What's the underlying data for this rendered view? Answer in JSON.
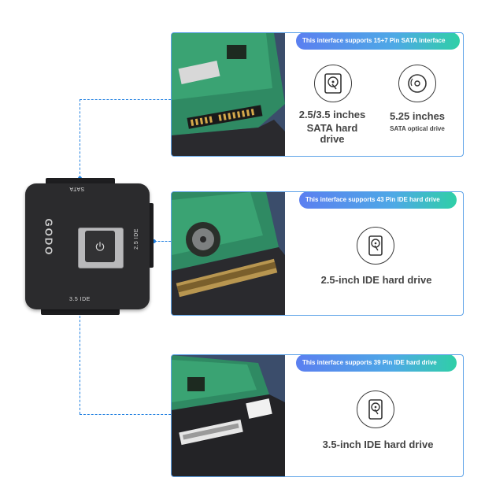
{
  "adapter": {
    "logo": "GODO",
    "ports": {
      "sata": "SATA",
      "ide25": "2.5 IDE",
      "ide35": "3.5 IDE"
    }
  },
  "cards": [
    {
      "banner": "This interface supports 15+7 Pin SATA interface",
      "items": [
        {
          "icon": "hdd-icon",
          "title": "2.5/3.5 inches",
          "subtitle": "SATA hard drive"
        },
        {
          "icon": "optical-disc-icon",
          "title": "5.25 inches",
          "subtitle": "SATA optical drive"
        }
      ]
    },
    {
      "banner": "This interface supports 43 Pin IDE hard drive",
      "items": [
        {
          "icon": "hdd-icon",
          "title": "2.5-inch IDE hard drive"
        }
      ]
    },
    {
      "banner": "This interface supports 39 Pin IDE hard drive",
      "items": [
        {
          "icon": "hdd-icon",
          "title": "3.5-inch IDE hard drive"
        }
      ]
    }
  ],
  "colors": {
    "connector": "#1f7fe0",
    "card_border": "#5ea3e8",
    "banner_start": "#5b7ff0",
    "banner_end": "#2fcfa7"
  }
}
